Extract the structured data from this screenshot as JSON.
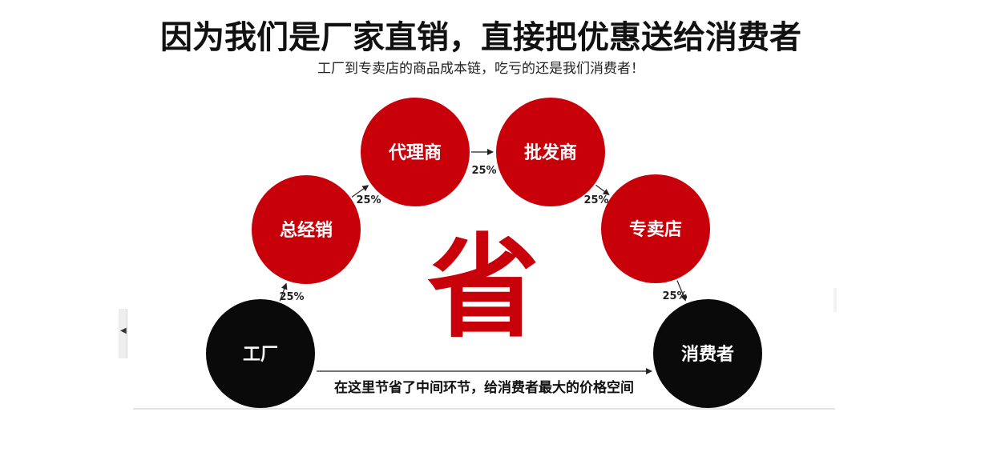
{
  "header": {
    "title": "因为我们是厂家直销，直接把优惠送给消费者",
    "subtitle": "工厂到专卖店的商品成本链，吃亏的还是我们消费者！"
  },
  "colors": {
    "red_node": "#c8000a",
    "black_node": "#0a0a0a",
    "center_char": "#c8000a"
  },
  "nodes": [
    {
      "id": "factory",
      "label": "工厂",
      "color": "black"
    },
    {
      "id": "general-distributor",
      "label": "总经销",
      "color": "red"
    },
    {
      "id": "agent",
      "label": "代理商",
      "color": "red"
    },
    {
      "id": "wholesaler",
      "label": "批发商",
      "color": "red"
    },
    {
      "id": "store",
      "label": "专卖店",
      "color": "red"
    },
    {
      "id": "consumer",
      "label": "消费者",
      "color": "black"
    }
  ],
  "edges": [
    {
      "from": "factory",
      "to": "general-distributor",
      "label": "25%"
    },
    {
      "from": "general-distributor",
      "to": "agent",
      "label": "25%"
    },
    {
      "from": "agent",
      "to": "wholesaler",
      "label": "25%"
    },
    {
      "from": "wholesaler",
      "to": "store",
      "label": "25%"
    },
    {
      "from": "store",
      "to": "consumer",
      "label": "25%"
    },
    {
      "from": "factory",
      "to": "consumer",
      "label": "在这里节省了中间环节，给消费者最大的价格空间"
    }
  ],
  "center_char": "省"
}
